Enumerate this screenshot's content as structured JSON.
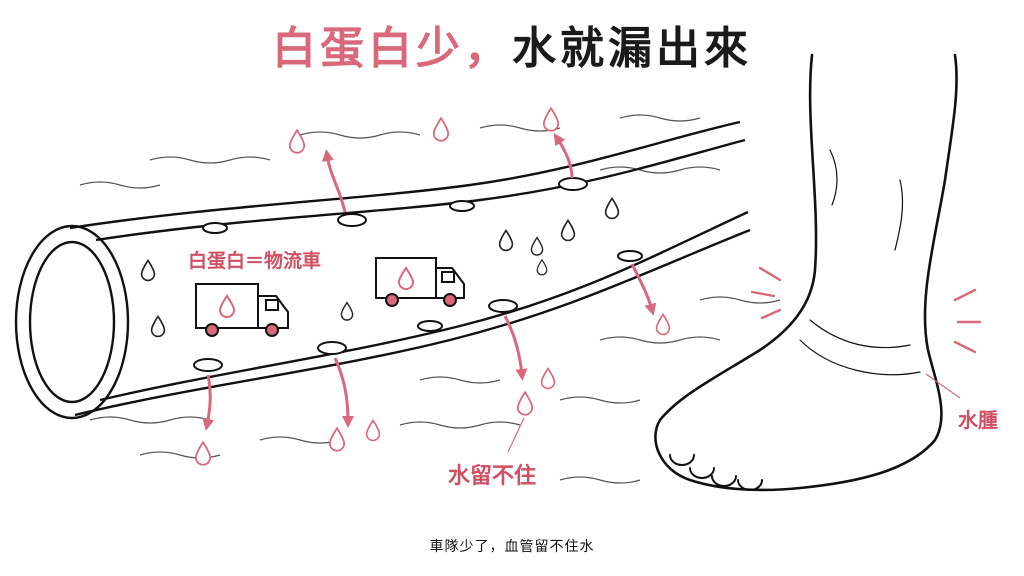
{
  "title": {
    "highlight": "白蛋白少，",
    "rest": "水就漏出來"
  },
  "labels": {
    "protein_trucks": "白蛋白＝物流車",
    "water_not_held": "水留不住",
    "swelling": "水腫"
  },
  "caption": "車隊少了，血管留不住水",
  "colors": {
    "accent": "#d9697a",
    "ink": "#1a1a1a"
  },
  "icons": [
    "water-drop-icon",
    "truck-icon",
    "arrow-icon"
  ]
}
